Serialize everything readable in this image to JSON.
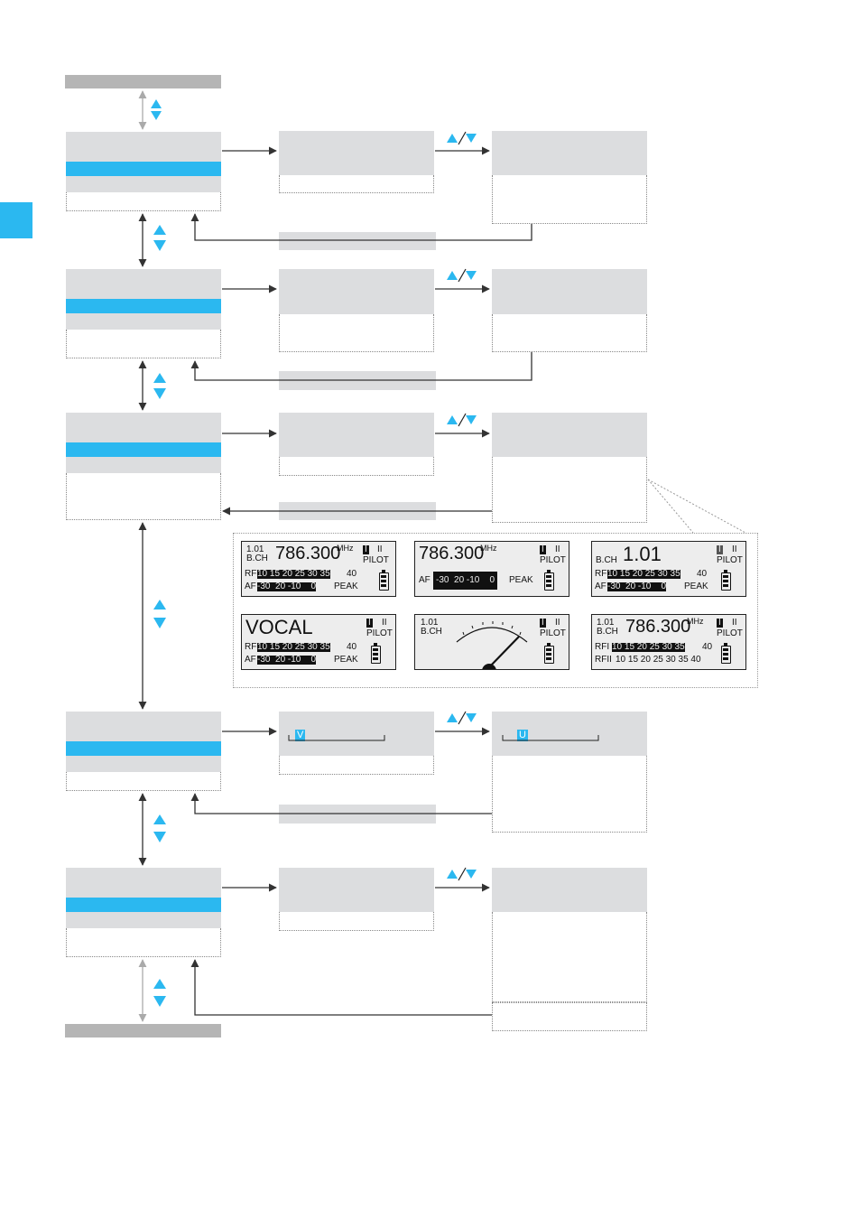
{
  "colors": {
    "accent": "#2bb8f0",
    "panel": "#dcdddf",
    "bar": "#b5b5b5",
    "line": "#333333"
  },
  "icons": {
    "updown": "up-down-arrows-icon",
    "swap": "up-slash-down-icon"
  },
  "displays": [
    {
      "id": "d1",
      "ch": "1.01",
      "bch": "B.CH",
      "freq": "786.300",
      "mhz": "MHz",
      "pilot": "PILOT",
      "rf_label": "RF",
      "rf_scale": "10 15 20 25 30 35",
      "rf_end": "40",
      "af_label": "AF",
      "af_scale": "-30  20 -10    0",
      "peak": "PEAK"
    },
    {
      "id": "d2",
      "freq": "786.300",
      "mhz": "MHz",
      "pilot": "PILOT",
      "af_label": "AF",
      "af_scale": "-30  20 -10    0",
      "peak": "PEAK"
    },
    {
      "id": "d3",
      "bch": "B.CH",
      "ch": "1.01",
      "pilot": "PILOT",
      "rf_label": "RF",
      "rf_scale": "10 15 20 25 30 35",
      "rf_end": "40",
      "af_label": "AF",
      "af_scale": "-30  20 -10    0",
      "peak": "PEAK"
    },
    {
      "id": "d4",
      "name": "VOCAL",
      "pilot": "PILOT",
      "rf_label": "RF",
      "rf_scale": "10 15 20 25 30 35",
      "rf_end": "40",
      "af_label": "AF",
      "af_scale": "-30  20 -10    0",
      "peak": "PEAK"
    },
    {
      "id": "d5",
      "ch": "1.01",
      "bch": "B.CH"
    },
    {
      "id": "d6",
      "ch": "1.01",
      "bch": "B.CH",
      "freq": "786.300",
      "mhz": "MHz",
      "pilot": "PILOT",
      "rf1_label": "RFI",
      "rf_scale": "10 15 20 25 30 35",
      "rf_end": "40",
      "rf2_label": "RFII",
      "rf2_scale": "10 15 20 25 30 35 40"
    }
  ],
  "edit_fields": {
    "left_char": "V",
    "right_char": "U"
  }
}
